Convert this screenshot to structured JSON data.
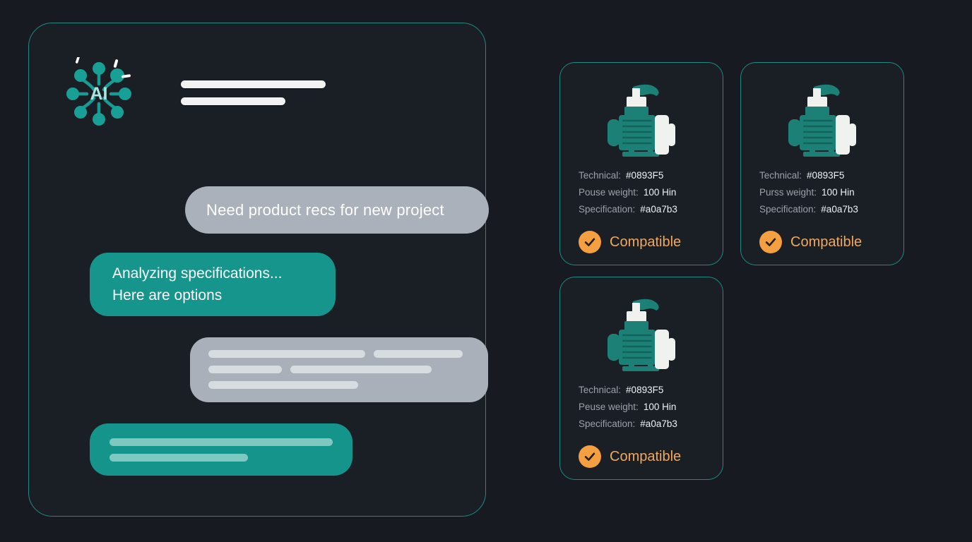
{
  "theme": {
    "background": "#171b21",
    "panel_bg": "#1a1f26",
    "accent_teal": "#1f8a80",
    "bubble_teal": "#16958c",
    "bubble_grey": "#aab1ba",
    "status_orange": "#f4a041",
    "status_text": "#f0a85c",
    "label_grey": "#9aa1a9"
  },
  "assistant": {
    "icon_label": "AI",
    "icon_name": "ai-network-icon",
    "header_lines": [
      "",
      ""
    ]
  },
  "conversation": [
    {
      "role": "user",
      "type": "text",
      "text": "Need product recs for new project"
    },
    {
      "role": "assistant",
      "type": "text",
      "line1": "Analyzing specifications...",
      "line2": "Here are options"
    },
    {
      "role": "user",
      "type": "skeleton",
      "rows": [
        [
          222,
          126
        ],
        [
          142,
          200
        ],
        [
          128
        ]
      ]
    },
    {
      "role": "assistant",
      "type": "skeleton",
      "rows": [
        [
          316
        ],
        [
          196
        ]
      ]
    }
  ],
  "products": [
    {
      "icon_name": "pump-motor-icon",
      "specs": [
        {
          "label": "Technical:",
          "value": "#0893F5"
        },
        {
          "label": "Pouse weight:",
          "value": "100 Hin"
        },
        {
          "label": "Specification:",
          "value": "#a0a7b3"
        }
      ],
      "status": "Compatible",
      "status_icon": "check-circle-icon"
    },
    {
      "icon_name": "pump-motor-icon",
      "specs": [
        {
          "label": "Technical:",
          "value": "#0893F5"
        },
        {
          "label": "Purss weight:",
          "value": "100 Hin"
        },
        {
          "label": "Specification:",
          "value": "#a0a7b3"
        }
      ],
      "status": "Compatible",
      "status_icon": "check-circle-icon"
    },
    {
      "icon_name": "pump-motor-icon",
      "specs": [
        {
          "label": "Technical:",
          "value": "#0893F5"
        },
        {
          "label": "Peuse weight:",
          "value": "100 Hin"
        },
        {
          "label": "Specification:",
          "value": "#a0a7b3"
        }
      ],
      "status": "Compatible",
      "status_icon": "check-circle-icon"
    }
  ]
}
